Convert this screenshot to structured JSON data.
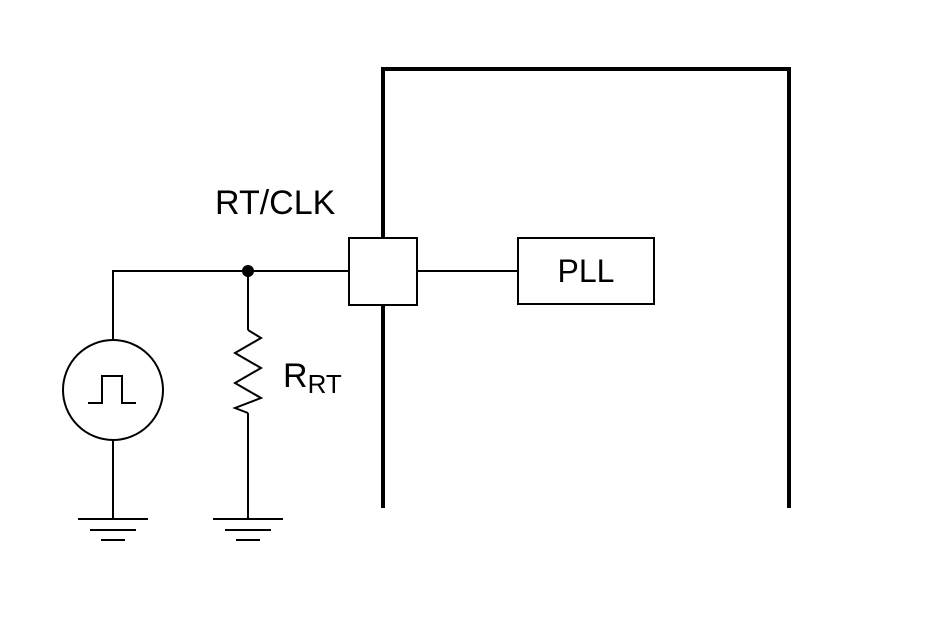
{
  "diagram": {
    "pin_label": "RT/CLK",
    "pll_label": "PLL",
    "resistor_label_main": "R",
    "resistor_label_sub": "RT"
  }
}
